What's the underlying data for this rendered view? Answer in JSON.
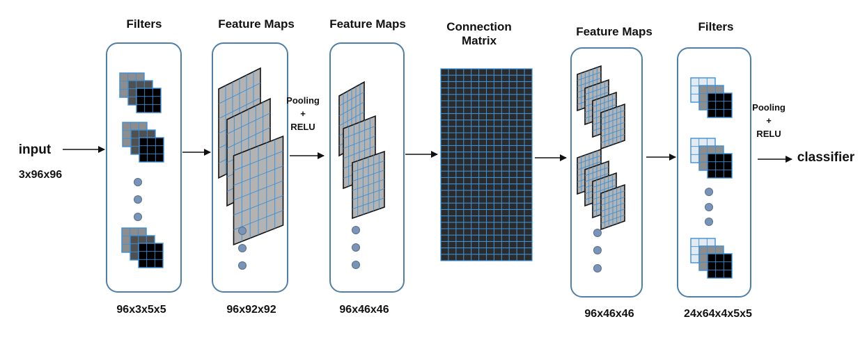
{
  "input": {
    "label": "input",
    "dims": "3x96x96"
  },
  "output": {
    "label": "classifier"
  },
  "columns": [
    {
      "header": "Filters",
      "dims": "96x3x5x5"
    },
    {
      "header": "Feature Maps",
      "dims": "96x92x92"
    },
    {
      "header": "Feature Maps",
      "dims": "96x46x46"
    },
    {
      "header": "Connection Matrix"
    },
    {
      "header": "Feature Maps",
      "dims": "96x46x46"
    },
    {
      "header": "Filters",
      "dims": "24x64x4x5x5"
    }
  ],
  "operations": [
    {
      "line1": "Pooling",
      "line2": "+",
      "line3": "RELU"
    },
    {
      "line1": "Pooling",
      "line2": "+",
      "line3": "RELU"
    }
  ],
  "colors": {
    "box_border": "#4f7fa8",
    "grid_line": "#3a90d8",
    "matrix_fill": "#2b2b2b",
    "map_fill": "#b3b3b3",
    "dot_fill": "#7894b8"
  }
}
